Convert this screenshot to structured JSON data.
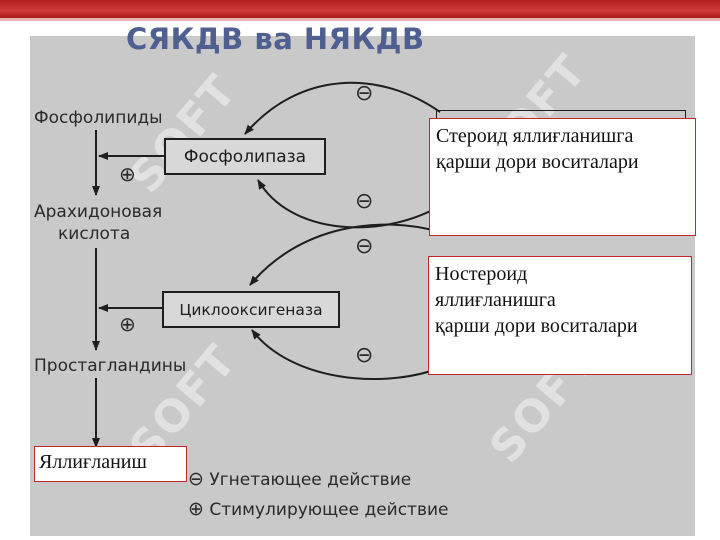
{
  "title": "СЯКДВ ва НЯКДВ",
  "nodes": {
    "phospholipids": "Фосфолипиды",
    "phospholipase": "Фосфолипаза",
    "arachidonic_1": "Арахидоновая",
    "arachidonic_2": "кислота",
    "cyclooxygenase": "Циклооксигеназа",
    "prostaglandins": "Простагландины"
  },
  "boxes": {
    "steroid": "Стероид яллиғланишга қарши дори воситалари",
    "nonsteroid_1": "Ностероид",
    "nonsteroid_2": "яллиғланишга",
    "nonsteroid_3": "қарши дори воситалари",
    "inflammation": "Яллиғланиш"
  },
  "signs": {
    "minus": "⊖",
    "plus": "⊕"
  },
  "legend": {
    "inhibit": "Угнетающее действие",
    "stimulate": "Стимулирующее действие"
  },
  "watermark": "SOFT",
  "colors": {
    "topbar": "#b21f1f",
    "panel": "#c9c9c9",
    "title": "#4f5f8f",
    "red_border": "#c0282d"
  }
}
